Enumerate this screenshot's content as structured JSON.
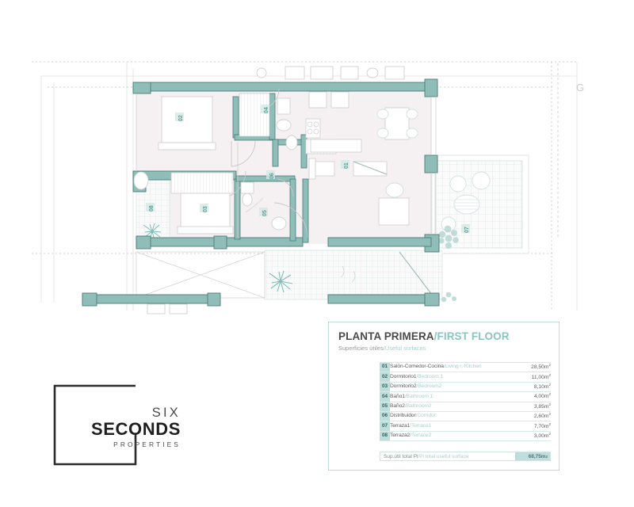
{
  "document": {
    "type": "architectural-floor-plan",
    "grid_label_right": "G"
  },
  "info_box": {
    "title_es": "PLANTA PRIMERA",
    "title_en": "/FIRST FLOOR",
    "subtitle_es": "Superficies útiles",
    "subtitle_en": "/Useful surfaces",
    "rows": [
      {
        "num": "01",
        "label_es": "Salón-Comedor-Cocina",
        "label_en": "/Living r.-Kitchen",
        "area": "28,50",
        "unit": "m",
        "exp": "2"
      },
      {
        "num": "02",
        "label_es": "Dormitorio1",
        "label_en": "/Bedroom 1",
        "area": "11,00",
        "unit": "m",
        "exp": "2"
      },
      {
        "num": "03",
        "label_es": "Dormitorio2",
        "label_en": "/Bedroom2",
        "area": "8,10",
        "unit": "m",
        "exp": "2"
      },
      {
        "num": "04",
        "label_es": "Baño1",
        "label_en": "/Bathroom 1",
        "area": "4,00",
        "unit": "m",
        "exp": "2"
      },
      {
        "num": "05",
        "label_es": "Baño2",
        "label_en": "/Bathroom2",
        "area": "3,85",
        "unit": "m",
        "exp": "2"
      },
      {
        "num": "06",
        "label_es": "Distribuidor",
        "label_en": "/Corridor",
        "area": "2,60",
        "unit": "m",
        "exp": "2"
      },
      {
        "num": "07",
        "label_es": "Terraza1",
        "label_en": "/Terrace1",
        "area": "7,70",
        "unit": "m",
        "exp": "2"
      },
      {
        "num": "08",
        "label_es": "Terraza2",
        "label_en": "/Terrace2",
        "area": "3,00",
        "unit": "m",
        "exp": "2"
      }
    ],
    "total_label_es": "Sup.útil total Pl",
    "total_label_en": "/Pl total useful surface",
    "total_value": "68,75",
    "total_unit": "m",
    "total_exp": "2"
  },
  "logo": {
    "line1": "SIX",
    "line2": "SECONDS",
    "line3": "PROPERTIES"
  },
  "plan_labels": {
    "bedroom1": "02",
    "bedroom2": "03",
    "bathroom1": "04",
    "bathroom2": "05",
    "living": "01",
    "corridor": "06",
    "terrace1": "07",
    "terrace2": "08"
  },
  "colors": {
    "wall_fill": "#8fbdb8",
    "wall_stroke": "#4f7a77",
    "room_fill": "#f4eff0",
    "accent_teal": "#8cc4bf",
    "badge_teal": "#bfdedb",
    "text_dark": "#4a4a4a",
    "construction_line": "#d9d9d9",
    "terrace_grid": "#cfe0dd"
  }
}
